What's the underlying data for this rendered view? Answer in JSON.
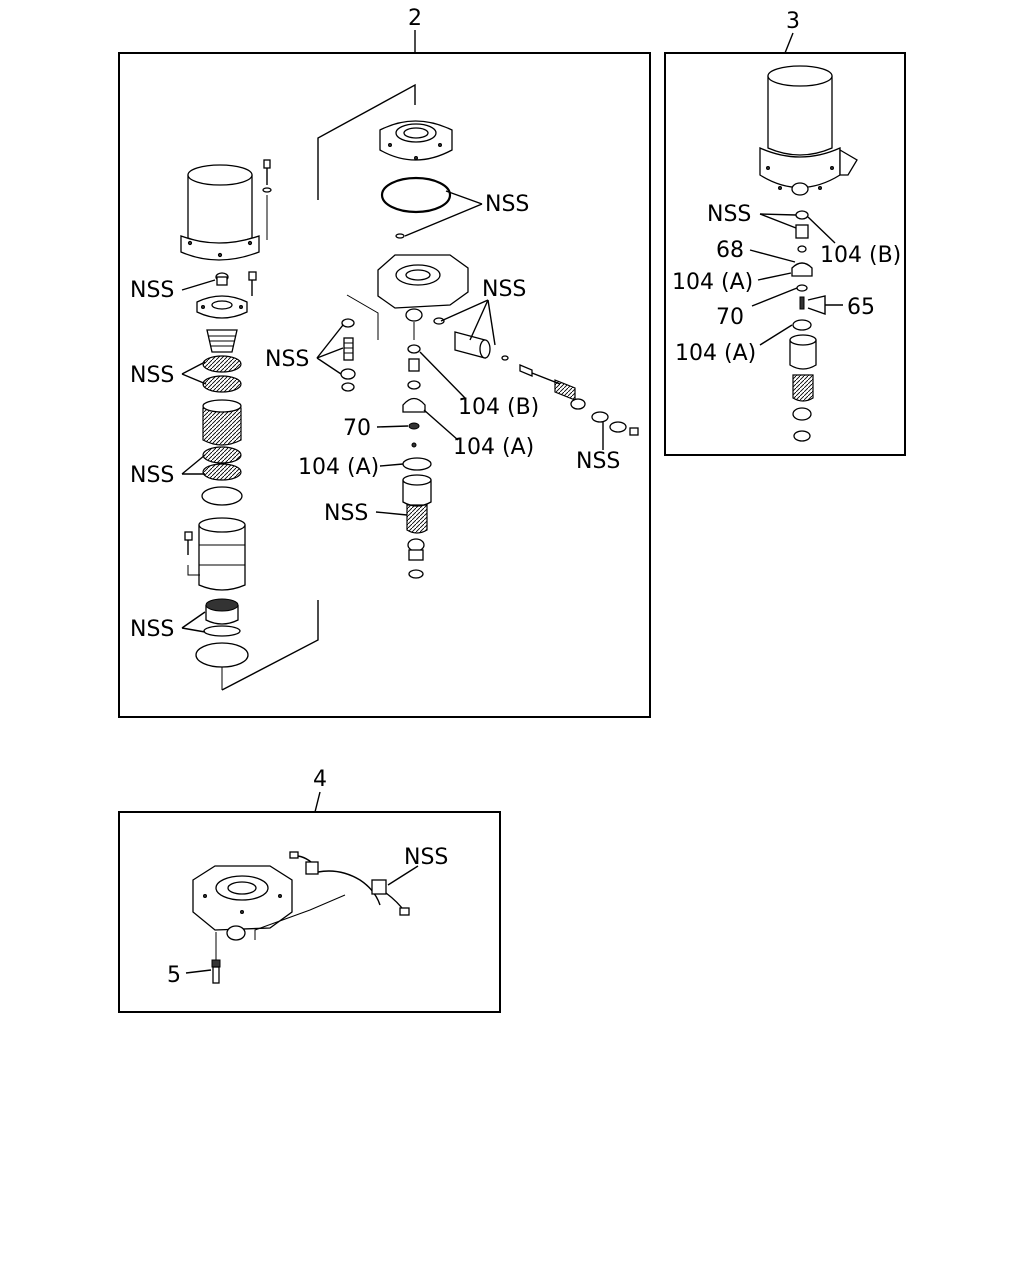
{
  "panels": [
    {
      "id": "2",
      "label": "2"
    },
    {
      "id": "3",
      "label": "3"
    },
    {
      "id": "4",
      "label": "4"
    }
  ],
  "callouts": {
    "p2_nss_bowl": "NSS",
    "p2_nss_oring": "NSS",
    "p2_nss_valve_parts": "NSS",
    "p2_nss_springs_top": "NSS",
    "p2_nss_check": "NSS",
    "p2_104b": "104 (B)",
    "p2_70": "70",
    "p2_104a_mid": "104 (A)",
    "p2_104a_left": "104 (A)",
    "p2_nss_springs_bottom": "NSS",
    "p2_nss_cartridge": "NSS",
    "p2_nss_pin_parts": "NSS",
    "p2_nss_bottom": "NSS",
    "p3_nss": "NSS",
    "p3_104b": "104 (B)",
    "p3_68": "68",
    "p3_104a_top": "104 (A)",
    "p3_70": "70",
    "p3_65": "65",
    "p3_104a_bottom": "104 (A)",
    "p4_nss": "NSS",
    "p4_5": "5"
  }
}
